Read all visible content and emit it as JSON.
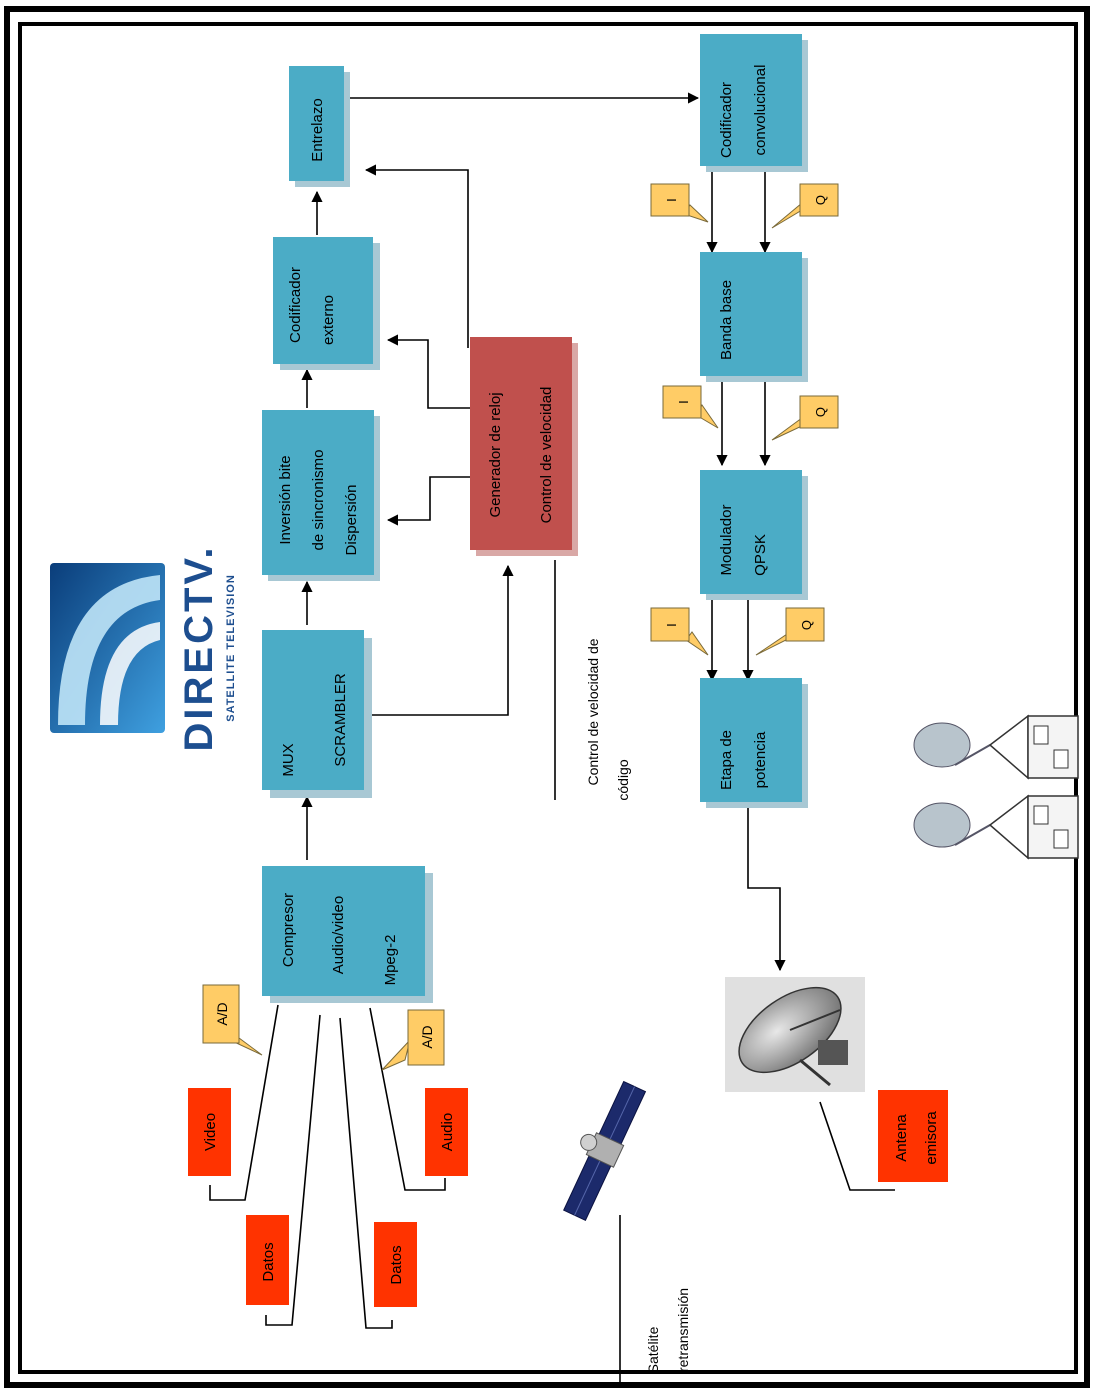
{
  "logo": {
    "wordmark": "DIRECTV.",
    "tagline": "SATELLITE TELEVISION"
  },
  "colors": {
    "block": "#4bacc6",
    "block_shadow": "#a8c8d4",
    "clock_block": "#c0504d",
    "source_label": "#ff3300",
    "callout": "#ffcc66",
    "line": "#000000"
  },
  "blocks": {
    "compressor": [
      "Compresor",
      "Audio/video",
      "Mpeg-2"
    ],
    "mux": [
      "MUX",
      "SCRAMBLER"
    ],
    "inversion": [
      "Inversión bite",
      "de sincronismo",
      "Dispersión"
    ],
    "outer_coder": [
      "Codificador",
      "externo"
    ],
    "interleave": [
      "Entrelazo"
    ],
    "clock_gen": [
      "Generador de reloj",
      "Control de velocidad"
    ],
    "conv_coder": [
      "Codificador",
      "convolucional"
    ],
    "baseband": [
      "Banda base"
    ],
    "modulator": [
      "Modulador",
      "QPSK"
    ],
    "power": [
      "Etapa de",
      "potencia"
    ]
  },
  "sources": {
    "video": "Video",
    "datos_1": "Datos",
    "datos_2": "Datos",
    "audio": "Audio",
    "antenna": [
      "Antena",
      "emisora"
    ]
  },
  "callouts": {
    "ad_top": "A/D",
    "ad_bottom": "A/D",
    "i_1": "I",
    "q_1": "Q",
    "i_2": "I",
    "q_2": "Q",
    "i_3": "I",
    "q_3": "Q"
  },
  "annotations": {
    "code_rate": [
      "Control de velocidad de",
      "código"
    ],
    "satellite": [
      "Satélite",
      "retransmisión"
    ]
  },
  "icons": {
    "satellite": "satellite-icon",
    "antenna": "dish-antenna-icon",
    "receivers": "house-dish-icon"
  }
}
